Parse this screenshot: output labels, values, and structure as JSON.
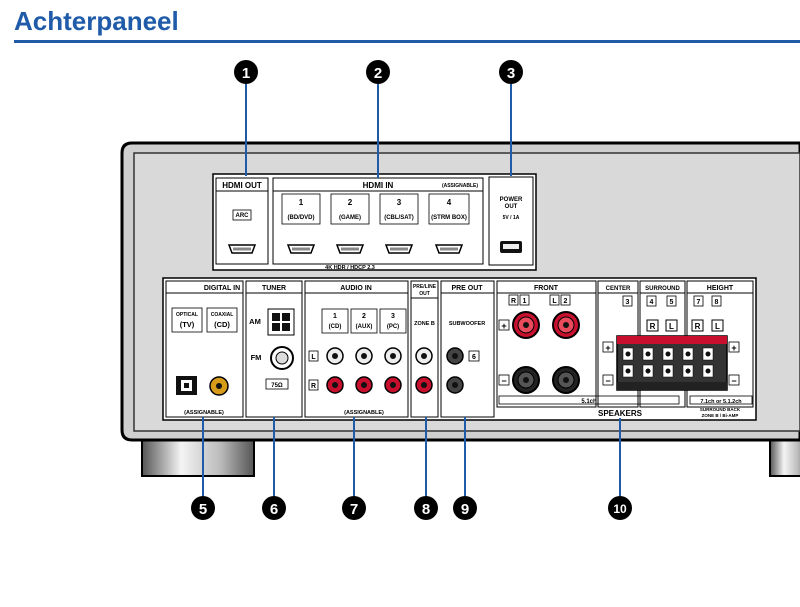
{
  "page_title": "Achterpaneel",
  "callouts": [
    "1",
    "2",
    "3",
    "5",
    "6",
    "7",
    "8",
    "9",
    "10"
  ],
  "sections": {
    "hdmi_out": {
      "title": "HDMI OUT",
      "arc": "ARC"
    },
    "hdmi_in": {
      "title": "HDMI IN",
      "assignable": "(ASSIGNABLE)",
      "inputs": [
        {
          "num": "1",
          "label": "(BD/DVD)"
        },
        {
          "num": "2",
          "label": "(GAME)"
        },
        {
          "num": "3",
          "label": "(CBL/SAT)"
        },
        {
          "num": "4",
          "label": "(STRM BOX)"
        }
      ],
      "spec": "4K HDR / HDCP 2.3"
    },
    "power_out": {
      "line1": "POWER",
      "line2": "OUT",
      "spec": "5V / 1A"
    },
    "digital_in": {
      "title": "DIGITAL IN",
      "optical": "OPTICAL",
      "optical_sub": "(TV)",
      "coaxial": "COAXIAL",
      "coaxial_sub": "(CD)",
      "assignable": "(ASSIGNABLE)"
    },
    "tuner": {
      "title": "TUNER",
      "am": "AM",
      "fm": "FM",
      "ohm": "75Ω"
    },
    "audio_in": {
      "title": "AUDIO IN",
      "inputs": [
        {
          "num": "1",
          "label": "(CD)"
        },
        {
          "num": "2",
          "label": "(AUX)"
        },
        {
          "num": "3",
          "label": "(PC)"
        }
      ],
      "left": "L",
      "right": "R",
      "assignable": "(ASSIGNABLE)"
    },
    "pre_line_out": {
      "line1": "PRE/LINE",
      "line2": "OUT",
      "zone": "ZONE B"
    },
    "pre_out": {
      "title": "PRE OUT",
      "sub": "SUBWOOFER",
      "num": "6"
    },
    "front": {
      "title": "FRONT",
      "r": "R",
      "r_num": "1",
      "l": "L",
      "l_num": "2",
      "ch": "5.1ch"
    },
    "center": {
      "title": "CENTER",
      "num": "3"
    },
    "surround": {
      "title": "SURROUND",
      "n1": "4",
      "n2": "5",
      "r": "R",
      "l": "L"
    },
    "height": {
      "title": "HEIGHT",
      "n1": "7",
      "n2": "8",
      "r": "R",
      "l": "L",
      "ch": "7.1ch or 5.1.2ch",
      "sb1": "SURROUND BACK",
      "sb2": "ZONE B / Bi-AMP"
    },
    "speakers": {
      "title": "SPEAKERS"
    },
    "plus": "+",
    "minus": "−"
  }
}
